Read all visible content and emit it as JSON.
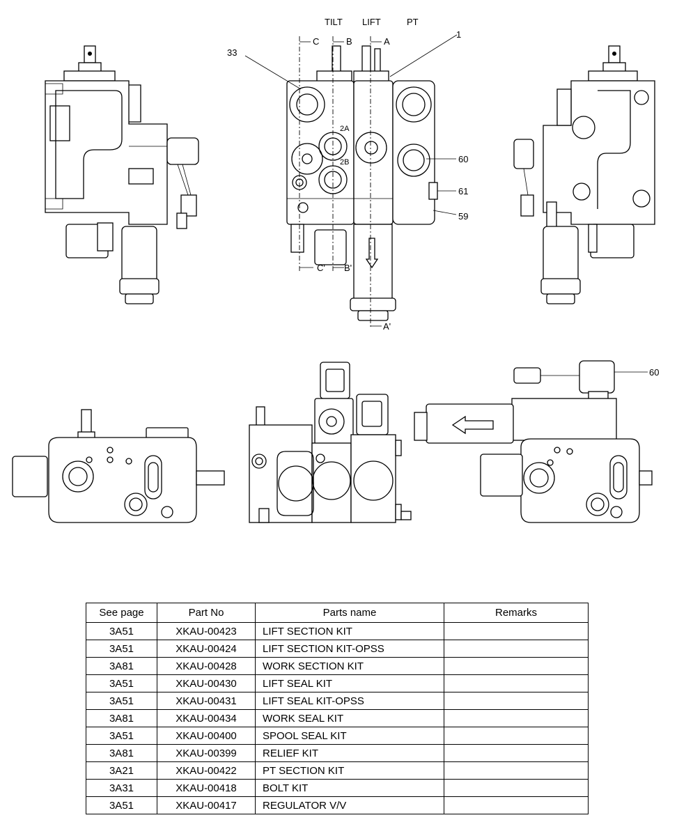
{
  "labels": {
    "tilt": "TILT",
    "lift": "LIFT",
    "pt": "PT",
    "c": "C",
    "b": "B",
    "a": "A",
    "c_prime": "C'",
    "b_prime": "B'",
    "a_prime": "A'",
    "ref_1": "1",
    "ref_33": "33",
    "ref_60": "60",
    "ref_61": "61",
    "ref_59": "59",
    "ref_60_bottom": "60",
    "port_2a": "2A",
    "port_2b": "2B"
  },
  "table": {
    "headers": [
      "See page",
      "Part No",
      "Parts name",
      "Remarks"
    ],
    "rows": [
      {
        "page": "3A51",
        "part_no": "XKAU-00423",
        "name": "LIFT SECTION KIT",
        "remarks": ""
      },
      {
        "page": "3A51",
        "part_no": "XKAU-00424",
        "name": "LIFT SECTION KIT-OPSS",
        "remarks": ""
      },
      {
        "page": "3A81",
        "part_no": "XKAU-00428",
        "name": "WORK SECTION KIT",
        "remarks": ""
      },
      {
        "page": "3A51",
        "part_no": "XKAU-00430",
        "name": "LIFT SEAL KIT",
        "remarks": ""
      },
      {
        "page": "3A51",
        "part_no": "XKAU-00431",
        "name": "LIFT SEAL KIT-OPSS",
        "remarks": ""
      },
      {
        "page": "3A81",
        "part_no": "XKAU-00434",
        "name": "WORK SEAL KIT",
        "remarks": ""
      },
      {
        "page": "3A51",
        "part_no": "XKAU-00400",
        "name": "SPOOL SEAL KIT",
        "remarks": ""
      },
      {
        "page": "3A81",
        "part_no": "XKAU-00399",
        "name": "RELIEF KIT",
        "remarks": ""
      },
      {
        "page": "3A21",
        "part_no": "XKAU-00422",
        "name": "PT SECTION KIT",
        "remarks": ""
      },
      {
        "page": "3A31",
        "part_no": "XKAU-00418",
        "name": "BOLT KIT",
        "remarks": ""
      },
      {
        "page": "3A51",
        "part_no": "XKAU-00417",
        "name": "REGULATOR V/V",
        "remarks": ""
      }
    ]
  }
}
